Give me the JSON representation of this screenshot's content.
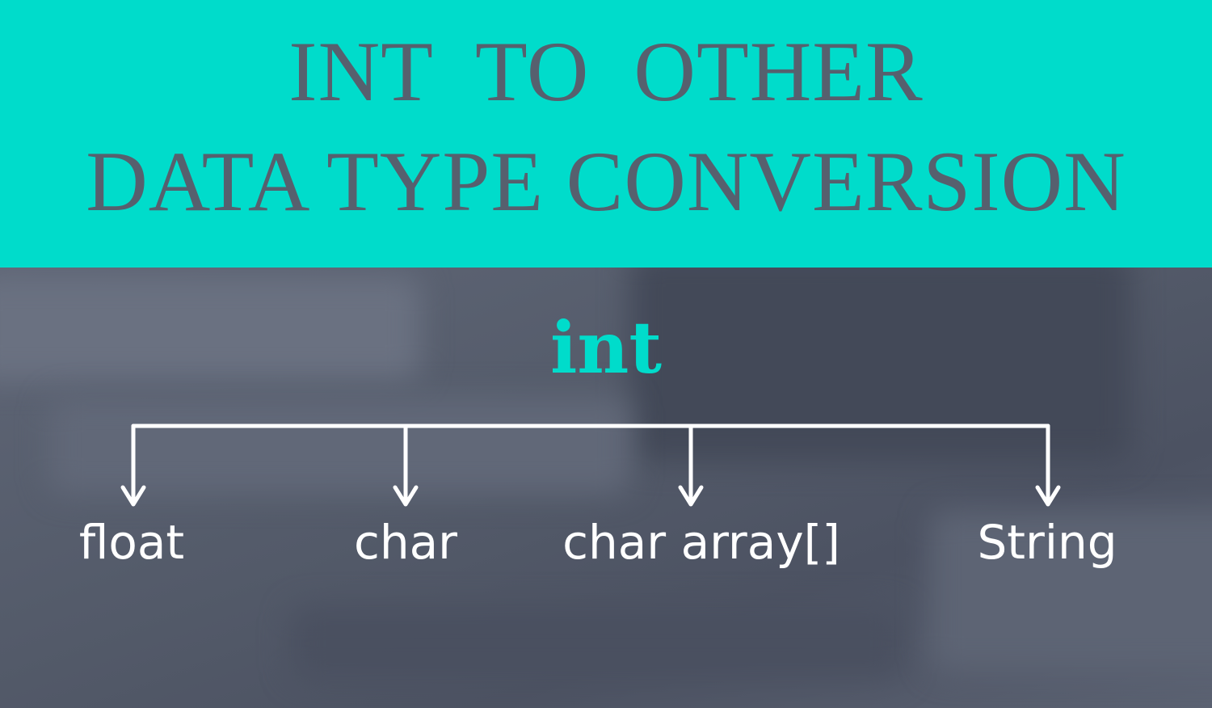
{
  "title": {
    "line1": "INT  TO  OTHER",
    "line2": "DATA TYPE CONVERSION"
  },
  "root": {
    "label": "int"
  },
  "targets": [
    {
      "label": "float"
    },
    {
      "label": "char"
    },
    {
      "label": "char array[]"
    },
    {
      "label": "String"
    }
  ],
  "colors": {
    "banner": "#00dccb",
    "title_text": "#56606e",
    "root_text": "#00dccb",
    "background": "#5a6070",
    "leaf_text": "#ffffff",
    "connector": "#ffffff"
  }
}
